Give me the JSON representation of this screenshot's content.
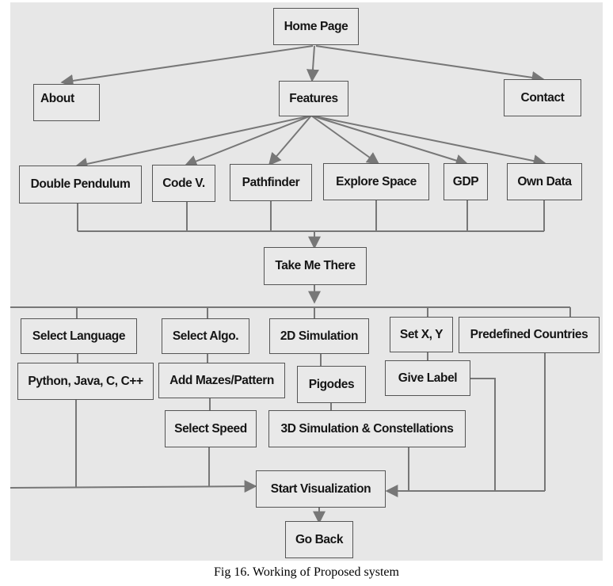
{
  "nodes": {
    "home": "Home Page",
    "about": "About",
    "features": "Features",
    "contact": "Contact",
    "double_pendulum": "Double Pendulum",
    "code_v": "Code V.",
    "pathfinder": "Pathfinder",
    "explore_space": "Explore Space",
    "gdp": "GDP",
    "own_data": "Own Data",
    "take_me_there": "Take Me There",
    "select_language": "Select Language",
    "select_algo": "Select Algo.",
    "simulation_2d": "2D Simulation",
    "set_xy": "Set X, Y",
    "predefined_countries": "Predefined Countries",
    "languages": "Python, Java, C, C++",
    "add_mazes": "Add Mazes/Pattern",
    "pigodes": "Pigodes",
    "give_label": "Give Label",
    "select_speed": "Select Speed",
    "simulation_3d": "3D Simulation & Constellations",
    "start_visualization": "Start Visualization",
    "go_back": "Go Back"
  },
  "caption": "Fig 16. Working of Proposed system",
  "colors": {
    "line": "#777777",
    "box_border": "#555555",
    "background": "#e7e7e7",
    "box_fill": "#e9e9e9"
  }
}
